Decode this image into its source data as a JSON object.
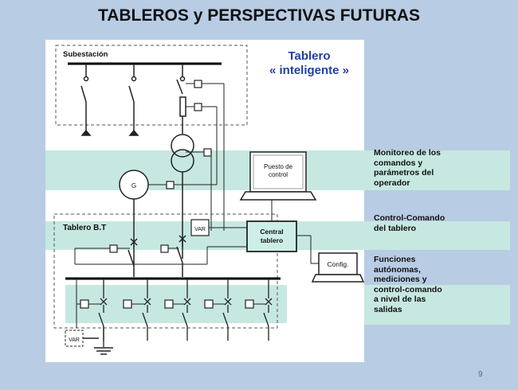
{
  "title": "TABLEROS y PERSPECTIVAS FUTURAS",
  "diagram": {
    "heading_line1": "Tablero",
    "heading_line2": "« inteligente »",
    "substation_label": "Subestación",
    "board_label": "Tablero B.T",
    "generator_label": "G",
    "var_label": "VAR",
    "var_bottom_label": "VAR",
    "operator_station_label_1": "Puesto de",
    "operator_station_label_2": "control",
    "central_board_label_1": "Central",
    "central_board_label_2": "tablero",
    "config_label": "Config."
  },
  "annotations": {
    "operator": "Monitoreo de los\ncomandos y\nparámetros del\noperador",
    "control": "Control-Comando\ndel tablero",
    "functions": "Funciones\nautónomas,\nmediciones y\ncontrol-comando\na nivel de las\nsalidas"
  },
  "page_number": "9",
  "colors": {
    "background": "#b8cce4",
    "band": "#c6e8e0",
    "central_box": "#cdeee6",
    "heading": "#1f3fa8"
  }
}
